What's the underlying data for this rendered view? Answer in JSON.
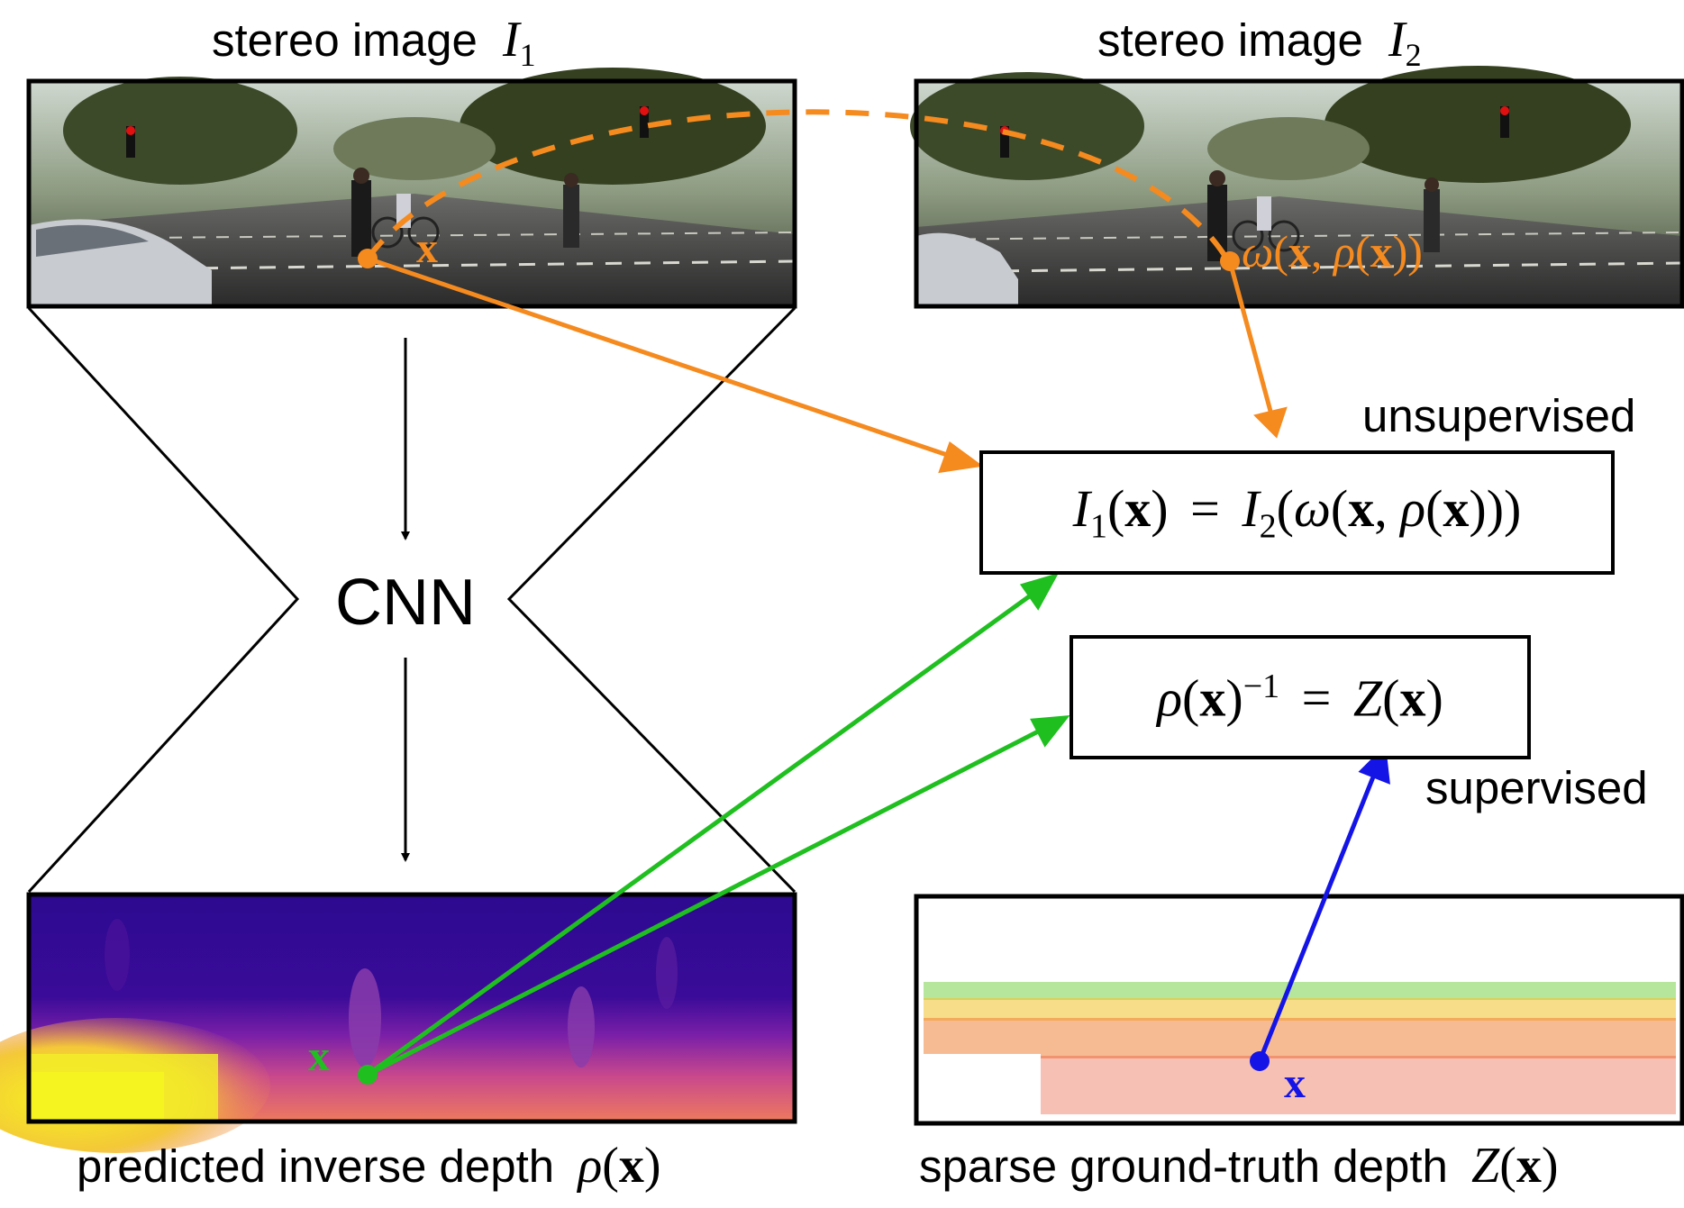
{
  "title_left": {
    "text": "stereo image",
    "symbol": "I",
    "sub": "1"
  },
  "title_right": {
    "text": "stereo image",
    "symbol": "I",
    "sub": "2"
  },
  "cnn_label": "CNN",
  "unsupervised_label": "unsupervised",
  "supervised_label": "supervised",
  "unsup_equation": {
    "lhs_sym": "I",
    "lhs_sub": "1",
    "lhs_paren_open": "(",
    "lhs_x": "x",
    "lhs_paren_close": ")",
    "eq": "=",
    "rhs_sym": "I",
    "rhs_sub": "2",
    "rhs_open": "(",
    "omega": "ω",
    "inner_open": "(",
    "rhs_x": "x",
    "comma": ",",
    "rho": "ρ",
    "rho_open": "(",
    "rho_x": "x",
    "rho_close": ")))"
  },
  "sup_equation": {
    "rho": "ρ",
    "open": "(",
    "x": "x",
    "close": ")",
    "exp": "−1",
    "eq": "=",
    "Z": "Z",
    "z_open": "(",
    "z_x": "x",
    "z_close": ")"
  },
  "caption_left": {
    "text": "predicted inverse depth",
    "rho": "ρ",
    "open": "(",
    "x": "x",
    "close": ")"
  },
  "caption_right": {
    "text": "sparse ground-truth depth",
    "Z": "Z",
    "open": "(",
    "x": "x",
    "close": ")"
  },
  "point_label_left_image": "x",
  "point_label_right_image": {
    "omega": "ω",
    "open": "(",
    "x": "x",
    "comma": ",",
    "rho": "ρ",
    "inner_open": "(",
    "rho_x": "x",
    "close": "))"
  },
  "point_label_depth": "x",
  "point_label_gt": "x",
  "colors": {
    "orange": "#f58a1f",
    "green": "#1fbf1f",
    "blue": "#1414e6",
    "black": "#000000",
    "depth_dark": "#2b0a8c",
    "depth_mid": "#8a2da6",
    "depth_warm": "#e8706a",
    "depth_yellow": "#f2f21f"
  }
}
